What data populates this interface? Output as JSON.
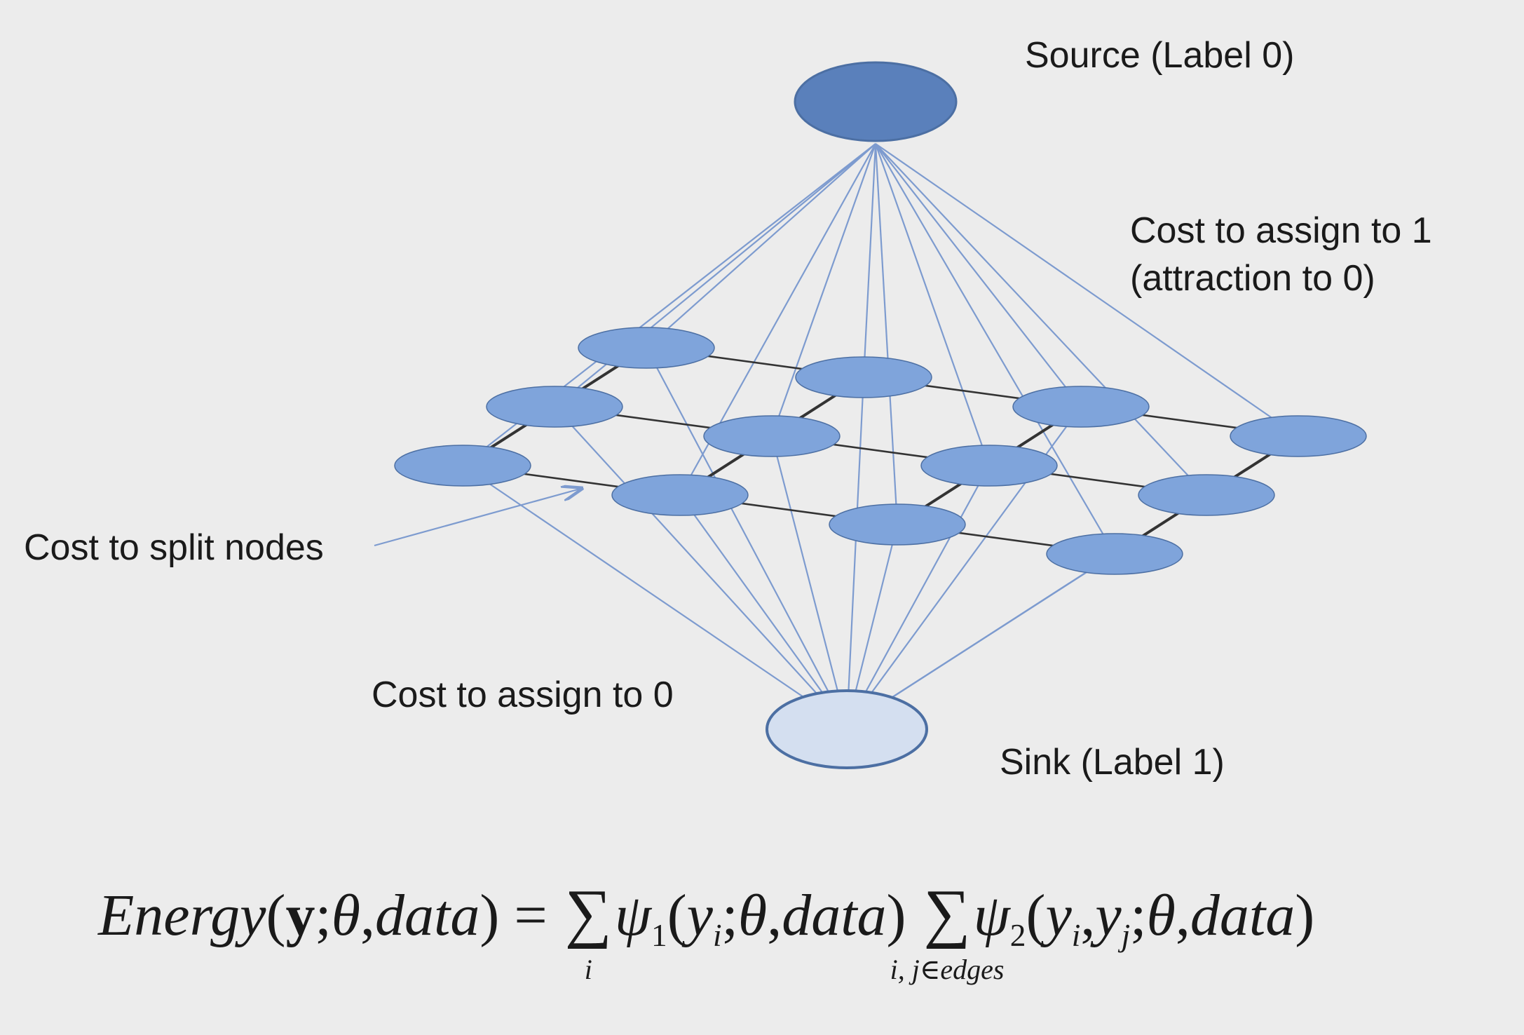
{
  "labels": {
    "source": "Source (Label 0)",
    "sink": "Sink (Label 1)",
    "cost_assign_1_line1": "Cost to assign to 1",
    "cost_assign_1_line2": "(attraction to 0)",
    "cost_split": "Cost to split nodes",
    "cost_assign_0": "Cost to assign to 0"
  },
  "formula": {
    "energy": "Energy",
    "y": "y",
    "theta": "θ",
    "data": "data",
    "psi": "ψ",
    "sub1": "1",
    "sub2": "2",
    "sum_symbol": "∑",
    "sum1_index": "i",
    "sum2_index": "i, j∈edges",
    "yi": "y",
    "yj": "y",
    "idx_i": "i",
    "idx_j": "j"
  },
  "colors": {
    "background": "#ececec",
    "node_fill": "#7fa4db",
    "source_fill": "#5a80bb",
    "sink_fill": "#d4dff0",
    "node_stroke": "#4c6fa3",
    "edge_blue": "#7d9bcf",
    "grid_edge": "#333333"
  },
  "graph": {
    "rows": 3,
    "cols": 4,
    "node_count": 12
  }
}
